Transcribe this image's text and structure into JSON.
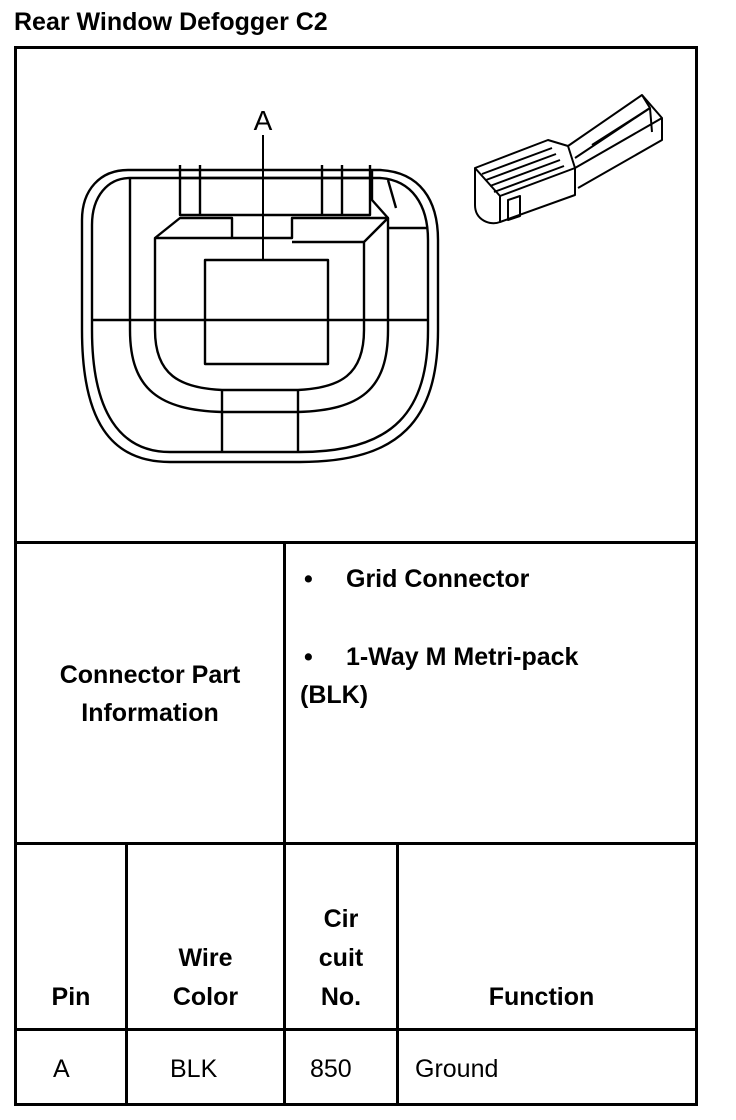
{
  "title": "Rear Window Defogger C2",
  "diagram": {
    "pin_callout": "A"
  },
  "connector_info": {
    "label_line1": "Connector Part",
    "label_line2": "Information",
    "bullets": [
      {
        "bullet": "•",
        "text": "Grid Connector",
        "continuation": ""
      },
      {
        "bullet": "•",
        "text": "1-Way M Metri-pack",
        "continuation": "(BLK)"
      }
    ]
  },
  "table": {
    "headers": {
      "pin": "Pin",
      "wire_color_1": "Wire",
      "wire_color_2": "Color",
      "circuit_1": "Cir",
      "circuit_2": "cuit",
      "circuit_3": "No.",
      "function": "Function"
    },
    "rows": [
      {
        "pin": "A",
        "wire_color": "BLK",
        "circuit": "850",
        "function": "Ground"
      }
    ]
  },
  "colors": {
    "line": "#000000",
    "background": "#ffffff"
  }
}
